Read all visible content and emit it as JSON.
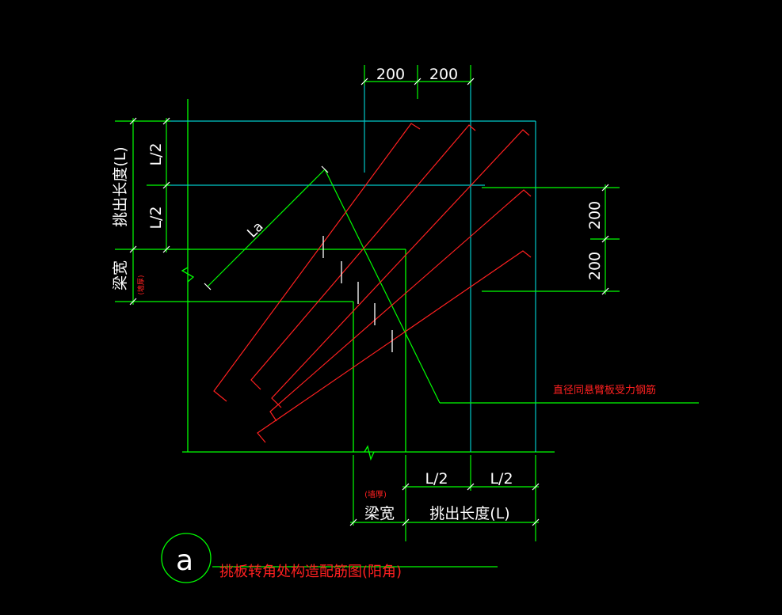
{
  "colors": {
    "background": "#000000",
    "outline": "#00ff00",
    "cyan": "#00c8c8",
    "rebar": "#ff2020",
    "ticks": "#ffffff",
    "text": "#ffffff",
    "note": "#ff2020"
  },
  "top_dims": {
    "left": "200",
    "right": "200"
  },
  "right_dims": {
    "upper": "200",
    "lower": "200"
  },
  "left_dims": {
    "cantilever_length": "挑出长度(L)",
    "half_upper": "L/2",
    "half_lower": "L/2",
    "beam_width": "梁宽",
    "wall_thickness": "(墙厚)"
  },
  "bottom_dims": {
    "half_left": "L/2",
    "half_right": "L/2",
    "wall_thickness": "(墙厚)",
    "beam_width": "梁宽",
    "cantilever_length": "挑出长度(L)"
  },
  "anchor_label": "La",
  "rebar_note": "直径同悬臂板受力钢筋",
  "figure": {
    "marker": "a",
    "title": "挑板转角处构造配筋图(阳角)"
  }
}
